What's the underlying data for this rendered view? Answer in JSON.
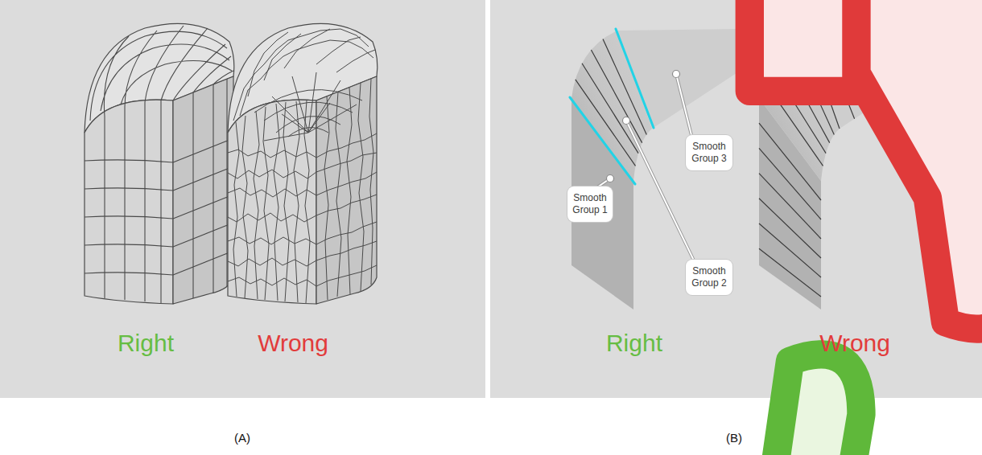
{
  "diagram": {
    "nodes": [
      {
        "text": [
          "Smooth Group 1"
        ]
      },
      {
        "text": [
          "Smooth Group 2"
        ]
      },
      {
        "text": [
          "Smooth Group 3"
        ]
      }
    ],
    "labels": [
      "Right",
      "Wrong",
      "Right",
      "Wrong",
      "(A)",
      "(B)"
    ]
  }
}
